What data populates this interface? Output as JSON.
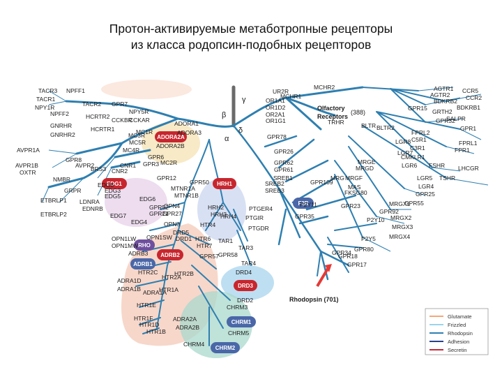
{
  "title": {
    "line1": "Протон-активируемые метаботропные рецепторы",
    "line2": "из класса родопсин-подобных рецепторов"
  },
  "branches": {
    "alpha": "α",
    "beta": "β",
    "gamma": "γ",
    "delta": "δ",
    "olfactory_count": "(388)",
    "olfactory_label1": "Olfactory",
    "olfactory_label2": "Receptors",
    "rhodopsin_label": "Rhodopsin (701)"
  },
  "highlighted": [
    "ADORA2A",
    "EDG1",
    "HRH1",
    "F2R",
    "RHO",
    "ADRB2",
    "ADRB1",
    "DRD3",
    "CHRM1",
    "CHRM2"
  ],
  "leaf_labels": [
    "TACR3",
    "TACR1",
    "NPY1R",
    "NPFF1",
    "NPFF2",
    "GNRHR",
    "GNRHR2",
    "TACR2",
    "HCRTR2",
    "HCRTR1",
    "NPY5R",
    "CCKAR",
    "CCKBR",
    "GPR7",
    "AVPR1A",
    "AVPR1B",
    "OXTR",
    "NMBR",
    "GRPR",
    "ETBRLP1",
    "ETBRLP2",
    "AVPR2",
    "BRS3",
    "GPR8",
    "CNR1",
    "CNR2",
    "LDNRA",
    "EDNRB",
    "EDG3",
    "EDG5",
    "EDG6",
    "EDG7",
    "EDG4",
    "EDG8",
    "MC1R",
    "MC3R",
    "MC4R",
    "MC5R",
    "MC2R",
    "ADORA3",
    "ADORA1",
    "ADORA2B",
    "GPR12",
    "GPR6",
    "GPR3",
    "GPR50",
    "MTNR1A",
    "MTNR1B",
    "OPN4",
    "GPR52",
    "GPR21",
    "GPR27",
    "OPN3",
    "OPN1SW",
    "OPN1LW",
    "OPN1MW",
    "ADRB3",
    "HTR2C",
    "HTR2A",
    "HTR2B",
    "ADRA1D",
    "ADRA1B",
    "ADRA1A",
    "HTR1E",
    "HTR1F",
    "HTR1D",
    "HTR1B",
    "HTR1A",
    "ADRA2A",
    "ADRA2B",
    "CHRM4",
    "CHRM3",
    "CHRM5",
    "DRD1",
    "DRD2",
    "DRD4",
    "DRD5",
    "HTR4",
    "HTR6",
    "HTR7",
    "TAR1",
    "TAR3",
    "TAR4",
    "GPR57",
    "GPR58",
    "HRH2",
    "HRH3",
    "HRH4",
    "UR2R",
    "MCHR1",
    "MCHR2",
    "OR1A1",
    "OR1D2",
    "OR2A1",
    "OR1G1",
    "GPR78",
    "GPR26",
    "GPR62",
    "GPR61",
    "SREB1",
    "SREB2",
    "SREB3",
    "GPR35",
    "P2Y11",
    "PTGER4",
    "PTGIR",
    "PTGDR",
    "GPR109",
    "TRHR",
    "MRG",
    "MRGF",
    "MAS",
    "FKSG80",
    "GPR23",
    "MRGX1",
    "MRGX2",
    "MRGX3",
    "MRGX4",
    "MRGE",
    "MRGD",
    "AGTR1",
    "AGTR2",
    "CCR5",
    "CCR2",
    "BDKRB2",
    "BDKRB1",
    "SALPR",
    "GPR32",
    "GPR15",
    "GRTH2",
    "GPR1",
    "FPR1",
    "FPRL1",
    "FPRL2",
    "C5R1",
    "C3R1",
    "CMKLR1",
    "LGR5",
    "LGR4",
    "LGR6",
    "LGR7",
    "LGR8",
    "FSHR",
    "LHCGR",
    "TSHR",
    "BLTR",
    "BLTR2",
    "GPR25",
    "GPR55",
    "GPR92",
    "P2Y10",
    "P2Y5",
    "GPR80",
    "GPR18",
    "GPR34",
    "GPR17"
  ],
  "legend": {
    "items": [
      {
        "label": "Glutamate",
        "color": "#f4a87a"
      },
      {
        "label": "Frizzled",
        "color": "#9bd4ec"
      },
      {
        "label": "Rhodopsin",
        "color": "#2e7fb0"
      },
      {
        "label": "Adhesion",
        "color": "#2b3f8c"
      },
      {
        "label": "Secretin",
        "color": "#c52a3b"
      }
    ]
  },
  "colors": {
    "branch": "#2e7fb0",
    "red_node": "#c8262e",
    "blue_node": "#4a67a8",
    "purple_node": "#6e4f9e",
    "arrow": "#e53935"
  }
}
